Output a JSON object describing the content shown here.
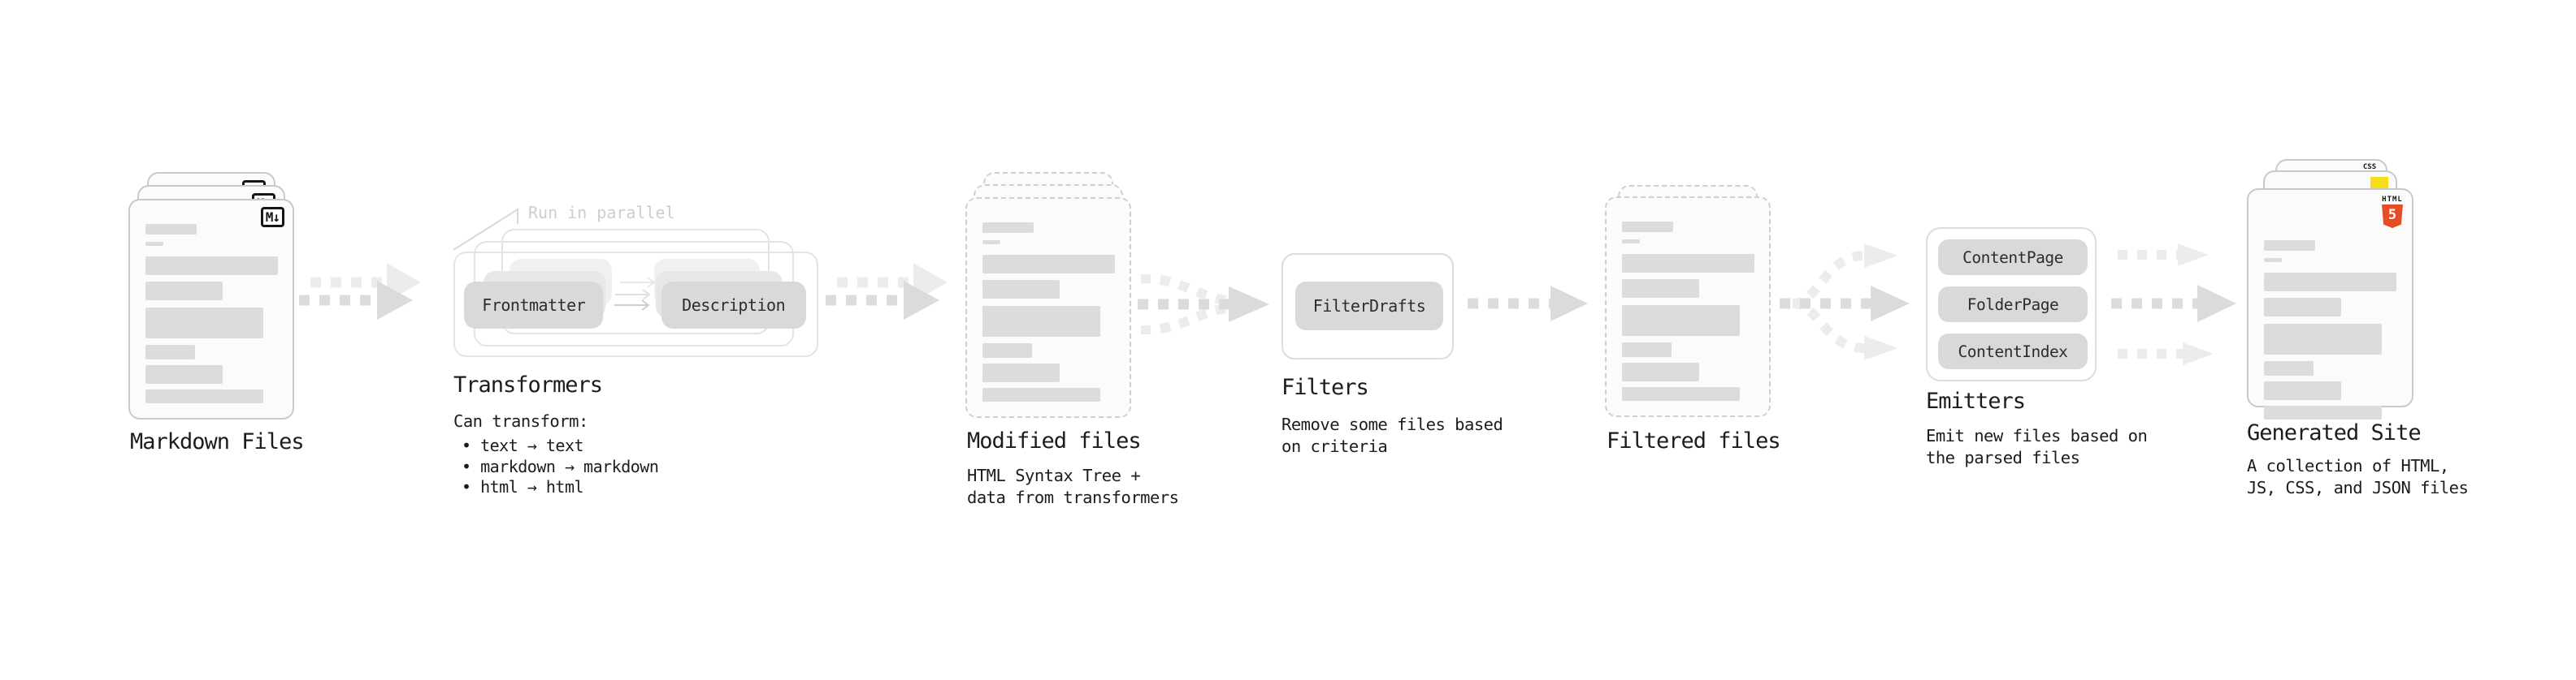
{
  "diagram": {
    "stages": {
      "markdown_files": {
        "title": "Markdown Files",
        "file_icon": "M↓"
      },
      "transformers": {
        "annotation": "Run in parallel",
        "step_from": "Frontmatter",
        "step_to": "Description",
        "title": "Transformers",
        "heading": "Can transform:",
        "bullets": [
          "text → text",
          "markdown → markdown",
          "html → html"
        ]
      },
      "modified_files": {
        "title": "Modified files",
        "description": "HTML Syntax Tree +\ndata from transformers"
      },
      "filters": {
        "filter_name": "FilterDrafts",
        "title": "Filters",
        "description": "Remove some files based\non criteria"
      },
      "filtered_files": {
        "title": "Filtered files"
      },
      "emitters": {
        "emitter_names": [
          "ContentPage",
          "FolderPage",
          "ContentIndex"
        ],
        "title": "Emitters",
        "description": "Emit new files based on\nthe parsed files"
      },
      "generated_site": {
        "title": "Generated Site",
        "description": "A collection of HTML,\nJS, CSS, and JSON files",
        "badge_css": "CSS",
        "badge_html": "HTML",
        "badge_html_number": "5"
      }
    },
    "colors": {
      "page_bg": "#ffffff",
      "ink": "#1c1c1c",
      "muted_label": "#cdcdcd",
      "card_bg": "#fbfbfb",
      "card_border": "#c9c9c9",
      "dashed_border": "#cfcfcf",
      "nested_border": "#e4e4e4",
      "bar_gray": "#dcdcdc",
      "node_bg": "#d9d9d9",
      "node_text": "#2d2d2d",
      "box_border": "#dcdcdc",
      "arrow_gray": "#dbdbdb",
      "arrow_light": "#ececec",
      "html5_orange": "#e44d26",
      "js_yellow": "#f5de19",
      "css_blue": "#2760e5",
      "badge_ink": "#151515"
    }
  }
}
